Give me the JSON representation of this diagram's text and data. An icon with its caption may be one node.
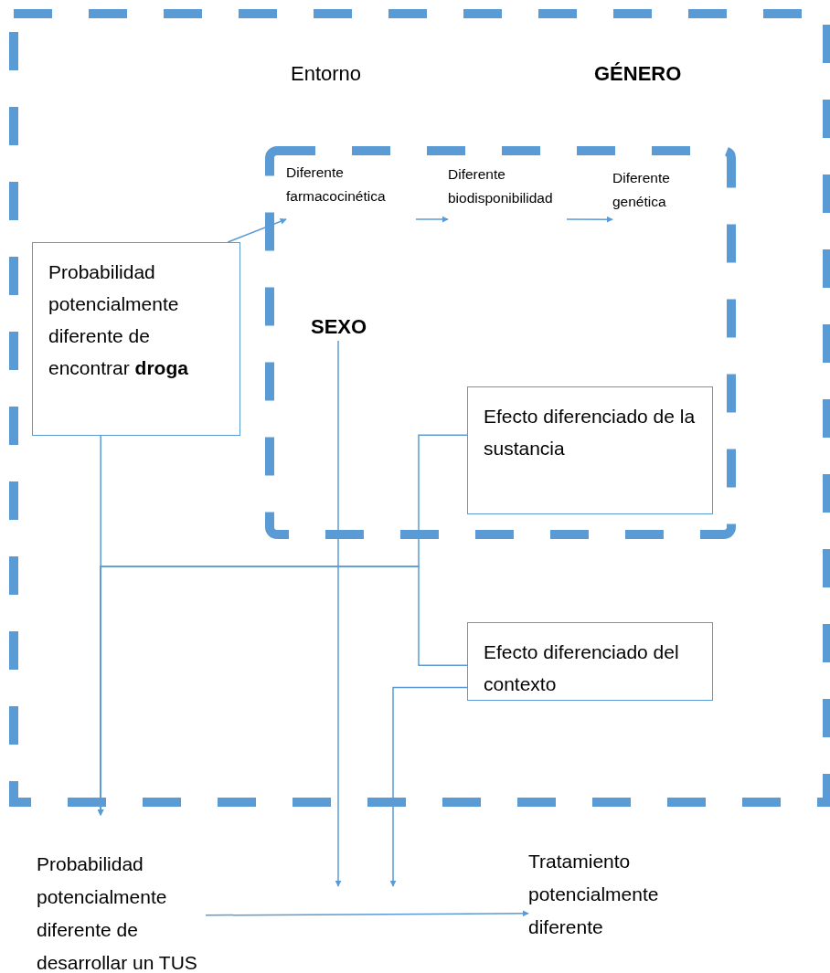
{
  "diagram": {
    "nodes": [
      {
        "text": [
          "Entorno",
          "GÉNERO"
        ]
      },
      {
        "text": [],
        "shape": "box",
        "in": 0
      },
      {
        "text": [
          "SEXO"
        ],
        "in": 1
      },
      {
        "text": [
          "Diferente farmacocinética"
        ],
        "in": 1
      },
      {
        "text": [
          "Diferente biodisponibilidad"
        ],
        "in": 1
      },
      {
        "text": [
          "Diferente genética"
        ],
        "in": 1
      },
      {
        "text": [
          "Probabilidad potencialmente diferente de encontrar **droga**"
        ],
        "in": 0
      },
      {
        "text": [
          "Efecto diferenciado de la sustancia"
        ],
        "in": 1
      },
      {
        "text": [
          "Efecto diferenciado del contexto"
        ],
        "in": 0
      },
      {
        "text": [
          "Probabilidad potencialmente diferente de desarrollar un TUS"
        ]
      },
      {
        "text": [
          "Tratamiento potencialmente diferente"
        ]
      }
    ],
    "edges": [
      {
        "from": 6,
        "to": 3,
        "arrow": "to"
      },
      {
        "from": 3,
        "to": 4,
        "arrow": "to"
      },
      {
        "from": 4,
        "to": 5,
        "arrow": "to"
      },
      {
        "from": 6,
        "to": 9,
        "arrow": "to"
      },
      {
        "from": 7,
        "to": 9,
        "arrow": "to"
      },
      {
        "from": 8,
        "to": 9,
        "arrow": "to"
      },
      {
        "from": 2,
        "to": null,
        "arrow": "to"
      },
      {
        "from": 8,
        "to": null,
        "arrow": "to"
      },
      {
        "from": 9,
        "to": 10,
        "arrow": "to"
      }
    ]
  }
}
